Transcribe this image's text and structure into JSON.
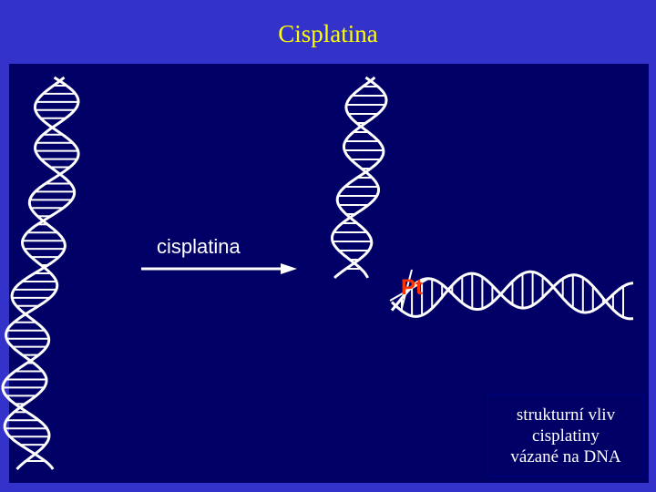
{
  "title": "Cisplatina",
  "arrow_label": "cisplatina",
  "pt_label": "Pt",
  "note_lines": [
    "strukturní vliv",
    "cisplatiny",
    "vázané na DNA"
  ],
  "colors": {
    "frame": "#3333cc",
    "panel": "#000066",
    "title": "#ffff00",
    "strand": "#ffffff",
    "pt": "#ff3300"
  },
  "icons": [
    "dna-double-helix-icon",
    "bent-dna-helix-icon",
    "right-arrow-icon"
  ]
}
